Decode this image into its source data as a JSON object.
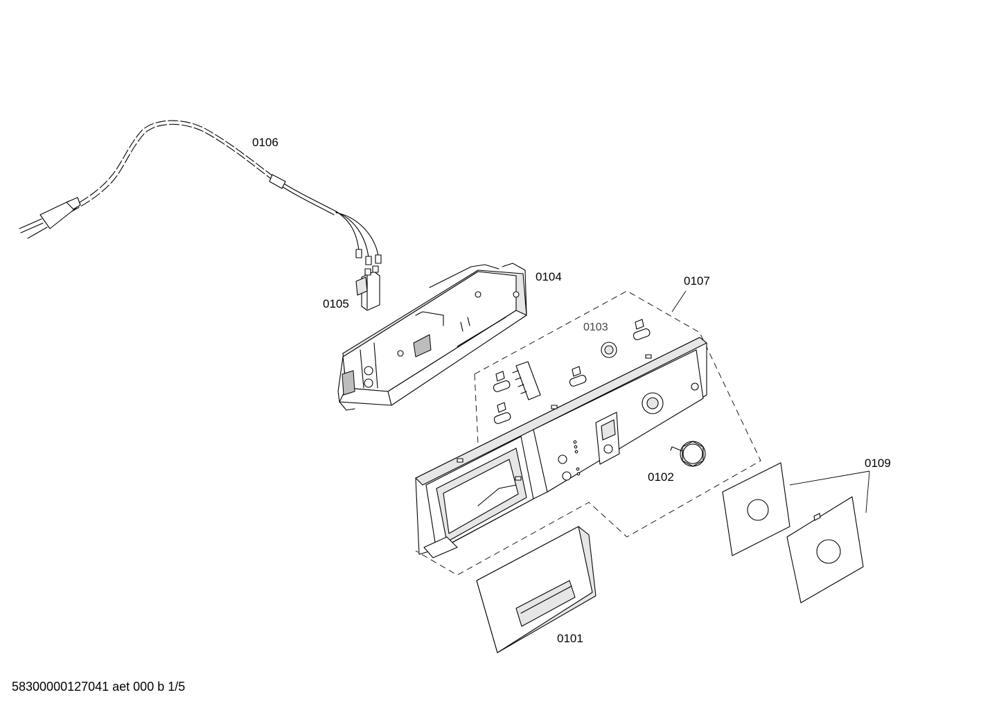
{
  "parts": [
    {
      "id": "0101"
    },
    {
      "id": "0102"
    },
    {
      "id": "0103"
    },
    {
      "id": "0104"
    },
    {
      "id": "0105"
    },
    {
      "id": "0106"
    },
    {
      "id": "0107"
    },
    {
      "id": "0109"
    }
  ],
  "footer": "58300000127041 aet 000 b 1/5"
}
